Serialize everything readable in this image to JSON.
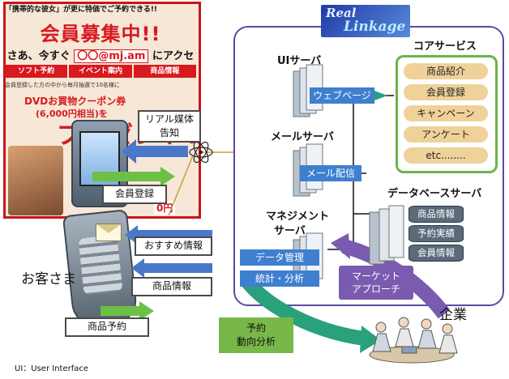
{
  "flyer": {
    "top_text": "「携帯的な彼女」が更に特価でご予約できる!!",
    "big_text": "会員募集中!!",
    "url_prefix": "さあ、今すぐ",
    "url_box": "〇〇@mj.am",
    "url_suffix": "にアクセス!!",
    "tabs": [
      "ソフト予約",
      "イベント案内",
      "商品情報"
    ],
    "small_text": "会員登録した方の中から毎月抽選で10名様に",
    "gift_line1": "DVDお買物クーポン券",
    "gift_line2": "(6,000円相当)を",
    "gift_line3": "プレゼント!",
    "price_tail": "0円"
  },
  "labels": {
    "real_media": "リアル媒体\n告知",
    "member_register": "会員登録",
    "recommend_info": "おすすめ情報",
    "customer": "お客さま",
    "product_info": "商品情報",
    "product_reserve": "商品予約",
    "prediction": "予約\n動向分析",
    "marketing": "マーケット\nアプローチ",
    "company": "企業",
    "footnote": "UI：User Interface"
  },
  "logo": {
    "line1": "Real",
    "line2": "Linkage"
  },
  "core": {
    "title": "コアサービス",
    "items": [
      "商品紹介",
      "会員登録",
      "キャンペーン",
      "アンケート",
      "etc........"
    ]
  },
  "servers": {
    "ui_title": "UIサーバ",
    "ui_label": "ウェブページ",
    "mail_title": "メールサーバ",
    "mail_label": "メール配信",
    "mgmt_title_1": "マネジメント",
    "mgmt_title_2": "サーバ",
    "mgmt_items": [
      "データ管理",
      "統計・分析"
    ],
    "db_title": "データベースサーバ",
    "db_items": [
      "商品情報",
      "予約実績",
      "会員情報"
    ]
  },
  "colors": {
    "blue_arrow": "#4a78c8",
    "green_arrow": "#6cc046",
    "purple": "#7a5bb0",
    "teal": "#2aa07c",
    "core_border": "#6ab44a",
    "pill": "#efd29a"
  }
}
